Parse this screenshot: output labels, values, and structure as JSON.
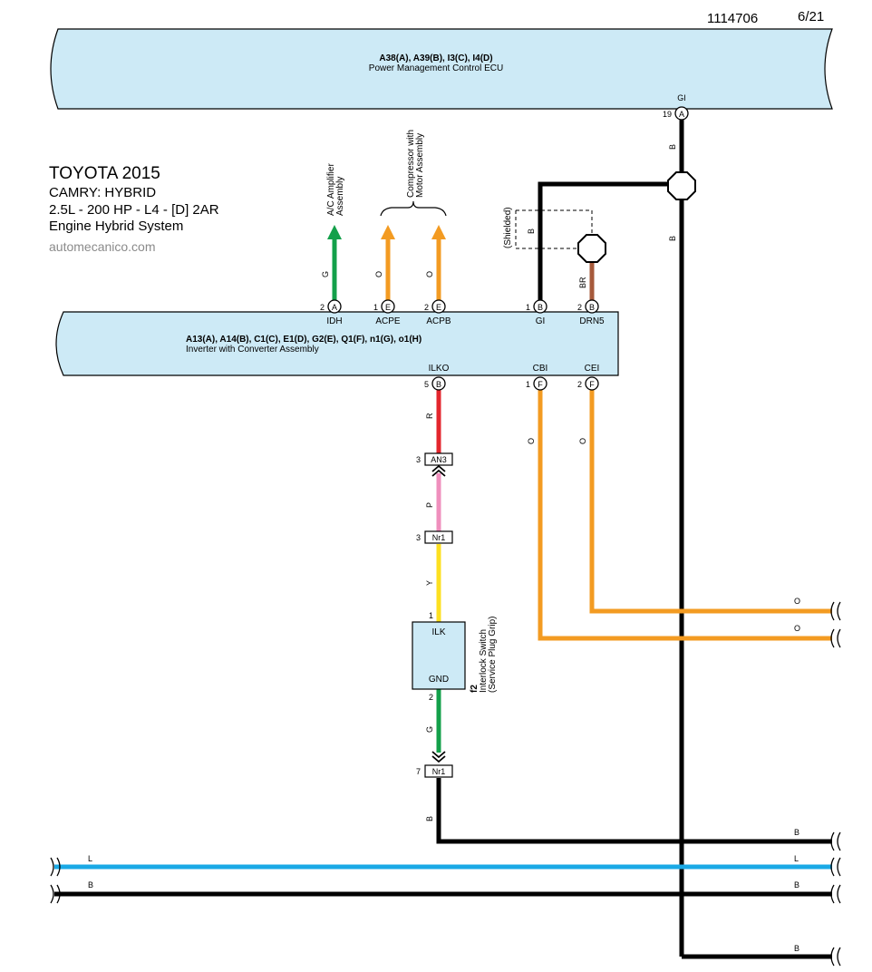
{
  "header": {
    "doc_number": "1114706",
    "page": "6/21"
  },
  "vehicle": {
    "make_year": "TOYOTA 2015",
    "model": "CAMRY: HYBRID",
    "engine": "2.5L - 200 HP - L4 - [D] 2AR",
    "system": "Engine Hybrid System",
    "website": "automecanico.com"
  },
  "ecu": {
    "connectors": "A38(A), A39(B), I3(C), I4(D)",
    "name": "Power Management Control ECU",
    "pin_label": "GI",
    "pin_num": "19",
    "pin_conn": "A"
  },
  "inverter": {
    "connectors": "A13(A), A14(B), C1(C), E1(D), G2(E), Q1(F), n1(G), o1(H)",
    "name": "Inverter with Converter Assembly",
    "top_pins": [
      {
        "label": "IDH",
        "num": "2",
        "conn": "A"
      },
      {
        "label": "ACPE",
        "num": "1",
        "conn": "E"
      },
      {
        "label": "ACPB",
        "num": "2",
        "conn": "E"
      },
      {
        "label": "GI",
        "num": "1",
        "conn": "B"
      },
      {
        "label": "DRN5",
        "num": "2",
        "conn": "B"
      }
    ],
    "bottom_pins": [
      {
        "label": "ILKO",
        "num": "5",
        "conn": "B"
      },
      {
        "label": "CBI",
        "num": "1",
        "conn": "F"
      },
      {
        "label": "CEI",
        "num": "2",
        "conn": "F"
      }
    ]
  },
  "destinations": {
    "ac_amplifier": [
      "A/C Amplifier",
      "Assembly"
    ],
    "compressor": [
      "Compressor with",
      "Motor Assembly"
    ]
  },
  "shield_label": "(Shielded)",
  "connectors": {
    "an3": {
      "name": "AN3",
      "pin": "3"
    },
    "nr1_top": {
      "name": "Nr1",
      "pin": "3"
    },
    "nr1_bottom": {
      "name": "Nr1",
      "pin": "7"
    }
  },
  "interlock": {
    "pin_ilk": "ILK",
    "pin_gnd": "GND",
    "pin1": "1",
    "pin2": "2",
    "ref": "f2",
    "name": [
      "Interlock Switch",
      "(Service Plug Grip)"
    ]
  },
  "wire_colors": {
    "G": "G",
    "O": "O",
    "B": "B",
    "BR": "BR",
    "R": "R",
    "P": "P",
    "Y": "Y",
    "L": "L"
  },
  "palette": {
    "box_fill": "#cdeaf6",
    "green": "#13a04a",
    "orange": "#f39b22",
    "red": "#e3262d",
    "pink": "#ef8fbd",
    "yellow": "#fde021",
    "brown": "#a65a3b",
    "blue": "#1aa9e6",
    "black": "#000000"
  }
}
